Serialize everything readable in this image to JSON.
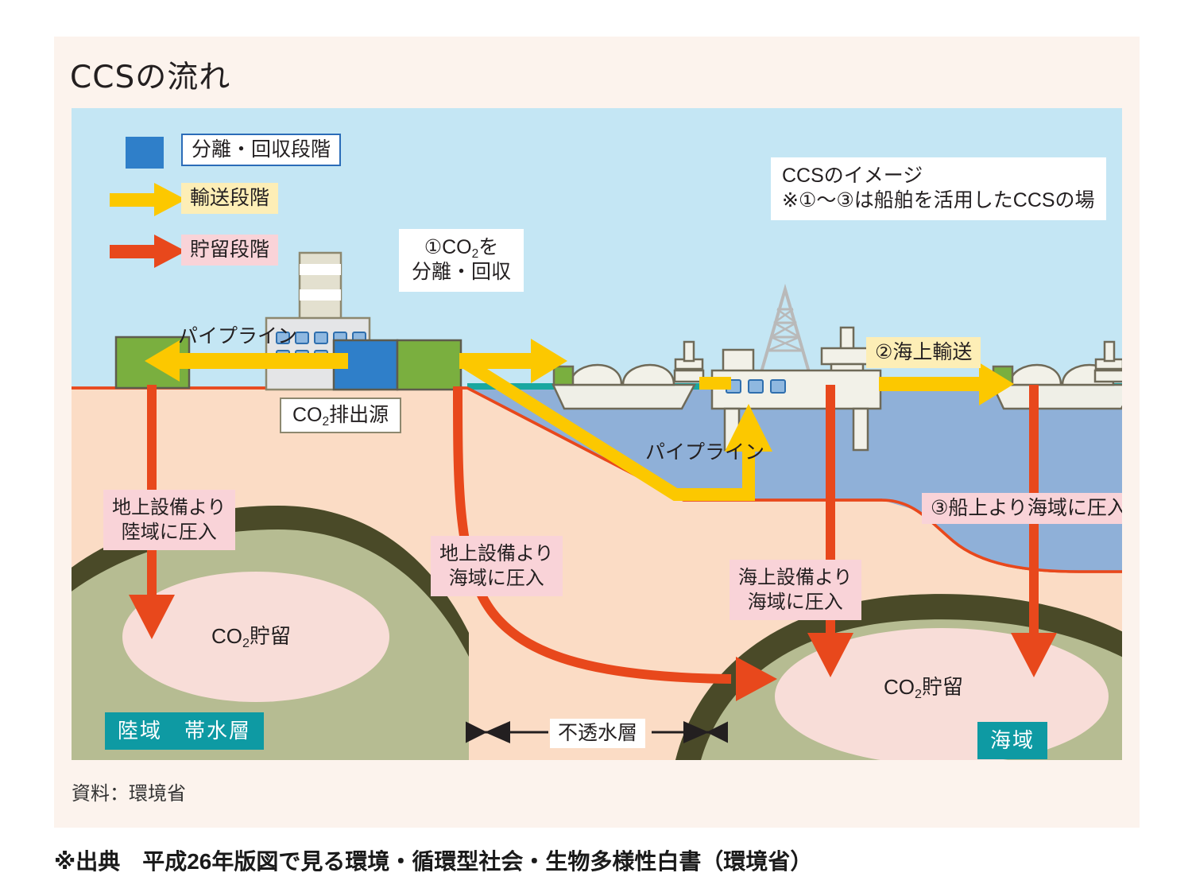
{
  "panel": {
    "title": "CCSの流れ",
    "source_note": "資料：環境省"
  },
  "caption": "※出典　平成26年版図で見る環境・循環型社会・生物多様性白書（環境省）",
  "legend": {
    "items": [
      {
        "label": "分離・回収段階",
        "marker": "square-blue",
        "color": "#2f7fc9"
      },
      {
        "label": "輸送段階",
        "marker": "arrow-yellow",
        "color": "#fcc800"
      },
      {
        "label": "貯留段階",
        "marker": "arrow-red",
        "color": "#e8481c"
      }
    ]
  },
  "note": {
    "line1": "CCSのイメージ",
    "line2": "※①〜③は船舶を活用したCCSの場"
  },
  "annotations": {
    "capture": "①CO2を\n分離・回収",
    "capture_line1_a": "①CO",
    "capture_line1_sub": "2",
    "capture_line1_b": "を",
    "capture_line2": "分離・回収",
    "co2_source_a": "CO",
    "co2_source_sub": "2",
    "co2_source_b": "排出源",
    "pipeline_land": "パイプライン",
    "pipeline_sea": "パイプライン",
    "marine_transport": "②海上輸送",
    "ship_injection": "③船上より海域に圧入",
    "land_injection": "地上設備より\n陸域に圧入",
    "land_injection_l1": "地上設備より",
    "land_injection_l2": "陸域に圧入",
    "sea_injection_from_land": "地上設備より\n海域に圧入",
    "sea_injection_from_land_l1": "地上設備より",
    "sea_injection_from_land_l2": "海域に圧入",
    "sea_injection_from_platform": "海上設備より\n海域に圧入",
    "sea_injection_from_platform_l1": "海上設備より",
    "sea_injection_from_platform_l2": "海域に圧入",
    "impermeable_layer": "不透水層",
    "aquifer_land": "陸域　帯水層",
    "aquifer_sea": "海域",
    "co2_storage_left_a": "CO",
    "co2_storage_left_sub": "2",
    "co2_storage_left_b": "貯留",
    "co2_storage_right_a": "CO",
    "co2_storage_right_sub": "2",
    "co2_storage_right_b": "貯留"
  },
  "colors": {
    "page_bg": "#ffffff",
    "panel_bg": "#fcf3ed",
    "sky": "#c4e6f4",
    "sea": "#8fb0d8",
    "sea_surface": "#19a7a0",
    "ground": "#fbdcc5",
    "rock": "#b6bc92",
    "caprock": "#4a4a28",
    "reservoir": "#f8ddd8",
    "transport_arrow": "#fcc800",
    "storage_arrow": "#e8481c",
    "capture_box": "#2f7fc9",
    "green_tank": "#7aaf3f",
    "teal_badge": "#0e9aa3",
    "pink_badge": "#f9d3d8",
    "yellow_badge": "#fdeeb6"
  }
}
